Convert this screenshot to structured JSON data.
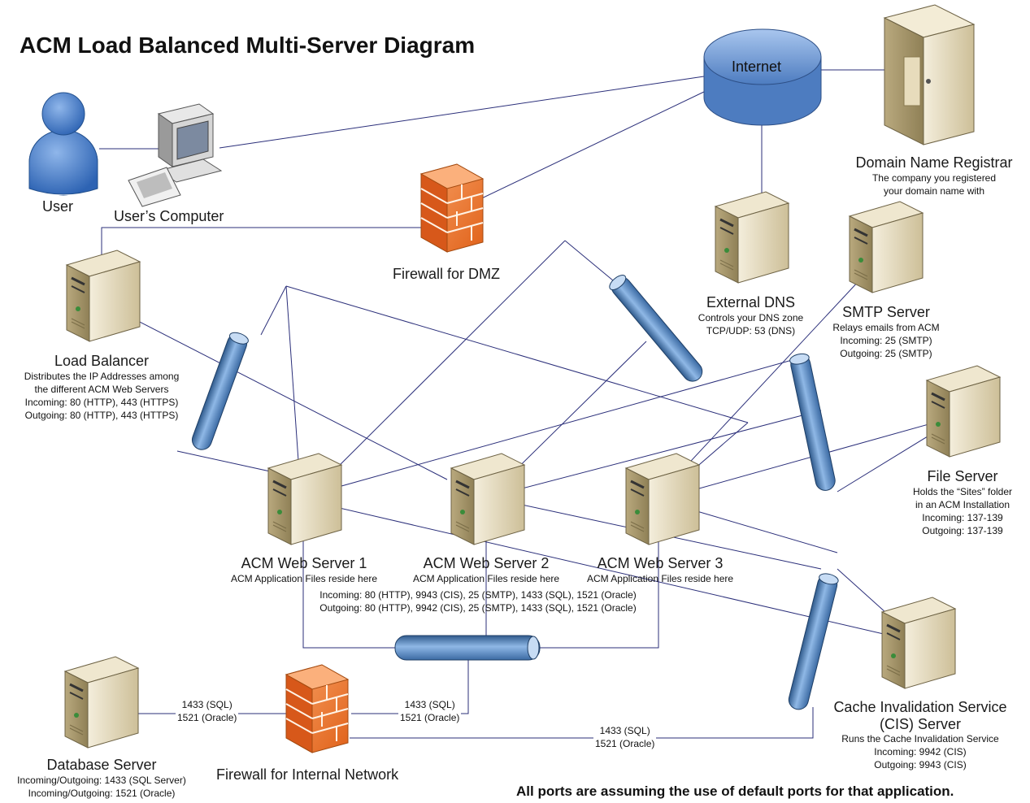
{
  "title": "ACM Load Balanced Multi-Server Diagram",
  "footer": "All ports are assuming the use of default ports for that application.",
  "internet": "Internet",
  "user": "User",
  "users_computer": "User’s Computer",
  "firewall_dmz": "Firewall for DMZ",
  "firewall_internal": "Firewall for Internal Network",
  "domain_registrar": {
    "title": "Domain Name Registrar",
    "lines": [
      "The company you registered",
      "your domain name with"
    ]
  },
  "external_dns": {
    "title": "External DNS",
    "lines": [
      "Controls your DNS zone",
      "TCP/UDP: 53 (DNS)"
    ]
  },
  "smtp_server": {
    "title": "SMTP Server",
    "lines": [
      "Relays emails from ACM",
      "Incoming: 25 (SMTP)",
      "Outgoing: 25 (SMTP)"
    ]
  },
  "load_balancer": {
    "title": "Load Balancer",
    "lines": [
      "Distributes the IP Addresses among",
      "the different ACM Web Servers",
      "Incoming: 80 (HTTP), 443 (HTTPS)",
      "Outgoing: 80 (HTTP), 443 (HTTPS)"
    ]
  },
  "file_server": {
    "title": "File Server",
    "lines": [
      "Holds the “Sites” folder",
      "in an ACM Installation",
      "Incoming: 137-139",
      "Outgoing: 137-139"
    ]
  },
  "web_servers": [
    {
      "title": "ACM Web Server 1",
      "sub": "ACM Application Files reside here"
    },
    {
      "title": "ACM Web Server 2",
      "sub": "ACM Application Files reside here"
    },
    {
      "title": "ACM Web Server 3",
      "sub": "ACM Application Files reside here"
    }
  ],
  "web_ports": {
    "incoming": "Incoming: 80 (HTTP), 9943 (CIS), 25 (SMTP), 1433 (SQL), 1521 (Oracle)",
    "outgoing": "Outgoing: 80 (HTTP), 9942 (CIS), 25 (SMTP), 1433 (SQL), 1521 (Oracle)"
  },
  "cis_server": {
    "title1": "Cache Invalidation Service",
    "title2": "(CIS) Server",
    "lines": [
      "Runs the Cache Invalidation Service",
      "Incoming: 9942 (CIS)",
      "Outgoing: 9943 (CIS)"
    ]
  },
  "database_server": {
    "title": "Database Server",
    "lines": [
      "Incoming/Outgoing: 1433 (SQL Server)",
      "Incoming/Outgoing: 1521 (Oracle)"
    ]
  },
  "port_labels": {
    "db_fw": [
      "1433 (SQL)",
      "1521 (Oracle)"
    ],
    "fw_pipe": [
      "1433 (SQL)",
      "1521 (Oracle)"
    ],
    "fw_cis": [
      "1433 (SQL)",
      "1521 (Oracle)"
    ]
  },
  "colors": {
    "pipe": "#6f9fd4",
    "pipe_dark": "#2f5a8c",
    "firewall": "#f07a2a",
    "server_body": "#d8ccaa",
    "user": "#4a7fc8",
    "line": "#2b2f7a"
  }
}
